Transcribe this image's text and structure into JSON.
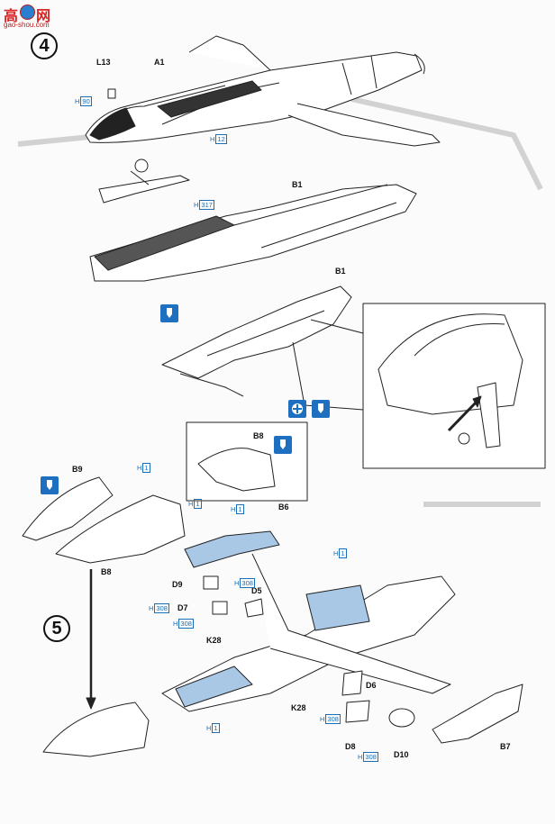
{
  "watermark": {
    "char1": "高",
    "char2": "网",
    "url": "gao-shou.com"
  },
  "steps": {
    "step4": "4",
    "step5": "5"
  },
  "parts": {
    "l13": "L13",
    "a1": "A1",
    "b1_top": "B1",
    "b1_mid": "B1",
    "b9": "B9",
    "b8_lower": "B8",
    "b8_inset": "B8",
    "b6": "B6",
    "d9": "D9",
    "d7": "D7",
    "d5": "D5",
    "k28_a": "K28",
    "k28_b": "K28",
    "d6": "D6",
    "d8": "D8",
    "d10": "D10",
    "b7": "B7"
  },
  "paint_callouts": [
    {
      "prefix": "H",
      "code": "90"
    },
    {
      "prefix": "H",
      "code": "12"
    },
    {
      "prefix": "H",
      "code": "317"
    },
    {
      "prefix": "H",
      "code": "1"
    },
    {
      "prefix": "H",
      "code": "1"
    },
    {
      "prefix": "H",
      "code": "1"
    },
    {
      "prefix": "H",
      "code": "1"
    },
    {
      "prefix": "H",
      "code": "308"
    },
    {
      "prefix": "H",
      "code": "308"
    },
    {
      "prefix": "H",
      "code": "308"
    },
    {
      "prefix": "H",
      "code": "1"
    },
    {
      "prefix": "H",
      "code": "308"
    },
    {
      "prefix": "H",
      "code": "308"
    }
  ],
  "colors": {
    "ink": "#111111",
    "callout_blue": "#1b6fb8",
    "badge_blue": "#1f6fc1",
    "panel_shade": "#a9c8e6",
    "watermark_red": "#d92525"
  },
  "icons": [
    "cement-glue-icon",
    "drill-hole-icon"
  ]
}
